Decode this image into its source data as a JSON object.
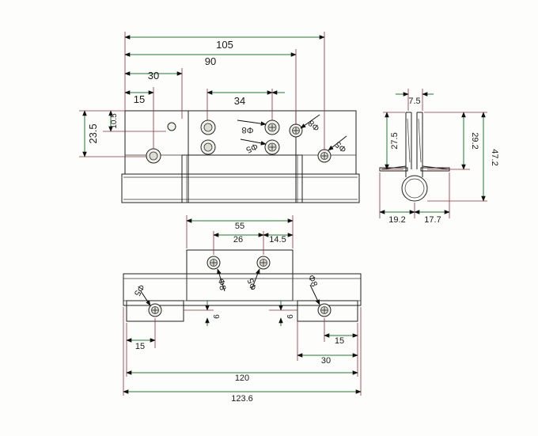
{
  "dimensions": {
    "top_view": {
      "d105": "105",
      "d90": "90",
      "d30": "30",
      "d15": "15",
      "d34": "34",
      "d10_5": "10.5",
      "d23_5": "23.5",
      "phi8_a": "Φ8",
      "phi8_b": "Φ8",
      "phi5_a": "Φ5",
      "phi5_b": "Φ5"
    },
    "side_view": {
      "d7_5": "7.5",
      "d27_5": "27.5",
      "d29_2": "29.2",
      "d47_2": "47.2",
      "d19_2": "19.2",
      "d17_7": "17.7"
    },
    "bottom_view": {
      "d55": "55",
      "d26": "26",
      "d14_5": "14.5",
      "phi5_a": "Φ5",
      "phi8_a": "Φ8",
      "phi5_b": "Φ5",
      "phi8_b": "Φ8",
      "d9_a": "9",
      "d9_b": "9",
      "d15_a": "15",
      "d15_b": "15",
      "d30": "30",
      "d120": "120",
      "d123_6": "123.6"
    }
  },
  "colors": {
    "dimension_line": "#1f7a2e",
    "extension_line": "#8c2f3a",
    "part_outline": "#1e1e1e",
    "paper": "#fdfdfb"
  }
}
